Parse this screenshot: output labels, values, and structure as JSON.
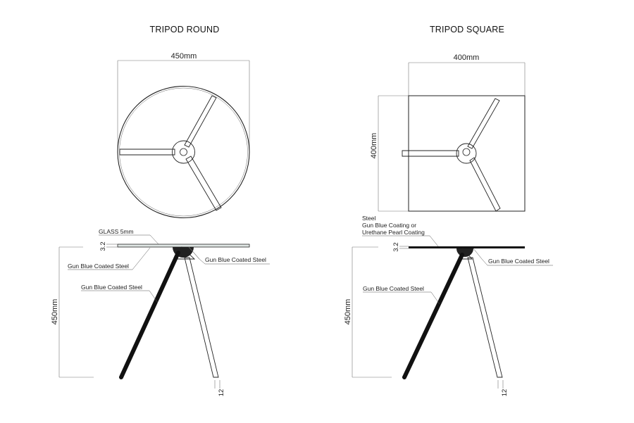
{
  "round": {
    "title": "TRIPOD ROUND",
    "top_width": "450mm",
    "glass_label": "GLASS  5mm",
    "top_thickness": "3.2",
    "label_frame": "Gun Blue Coated Steel",
    "label_leg_left": "Gun Blue Coated Steel",
    "label_leg_right": "Gun Blue Coated Steel",
    "height": "450mm",
    "leg_diameter": "12"
  },
  "square": {
    "title": "TRIPOD SQUARE",
    "top_width": "400mm",
    "top_depth": "400mm",
    "top_material_line1": "Steel",
    "top_material_line2": "Gun Blue Coating or",
    "top_material_line3": "Urethane Pearl Coating",
    "top_thickness": "3.2",
    "label_leg_left": "Gun Blue Coated Steel",
    "label_leg_right": "Gun Blue Coated Steel",
    "height": "450mm",
    "leg_diameter": "12"
  }
}
